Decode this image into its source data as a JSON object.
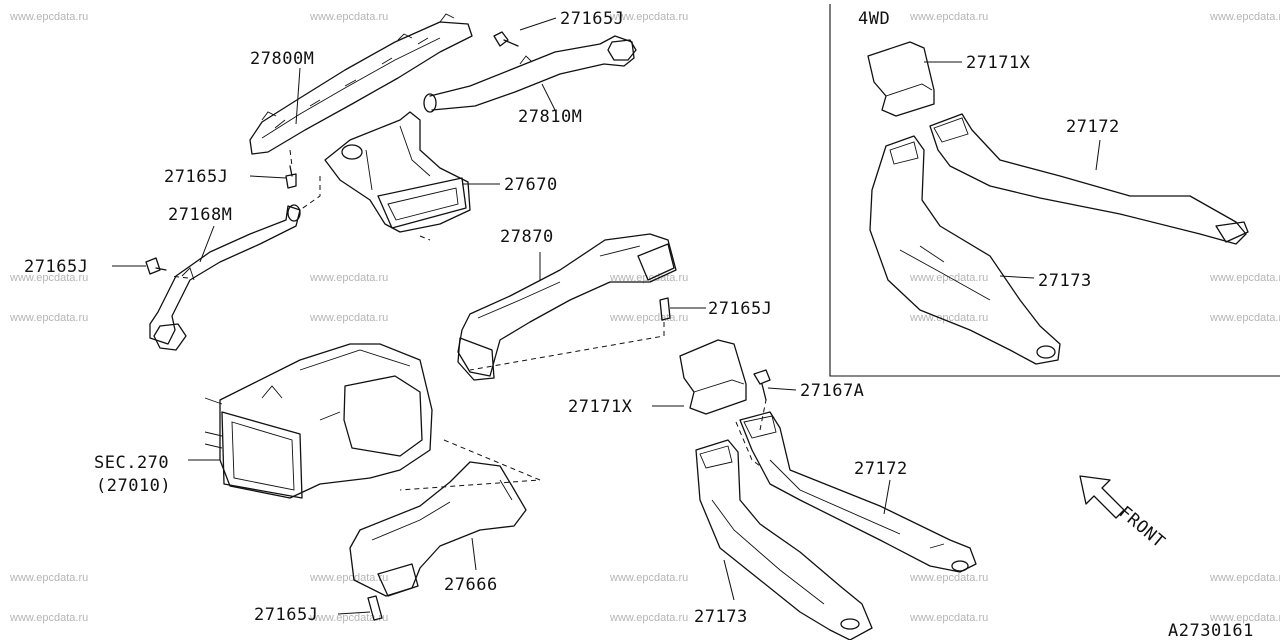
{
  "watermark": "www.epcdata.ru",
  "inset": {
    "title": "4WD"
  },
  "diagram_code": "A2730161",
  "direction": {
    "label": "FRONT",
    "icon": "front-arrow-icon"
  },
  "labels": {
    "p27800M": "27800M",
    "p27165J_top": "27165J",
    "p27810M": "27810M",
    "p27165J_mid": "27165J",
    "p27670": "27670",
    "p27168M": "27168M",
    "p27165J_left": "27165J",
    "p27870": "27870",
    "p27165J_center": "27165J",
    "p27171X": "27171X",
    "p27167A": "27167A",
    "sec270": "SEC.270",
    "p27010": "(27010)",
    "p27172": "27172",
    "p27666": "27666",
    "p27165J_bottom": "27165J",
    "p27173": "27173",
    "inset_27171X": "27171X",
    "inset_27172": "27172",
    "inset_27173": "27173"
  }
}
